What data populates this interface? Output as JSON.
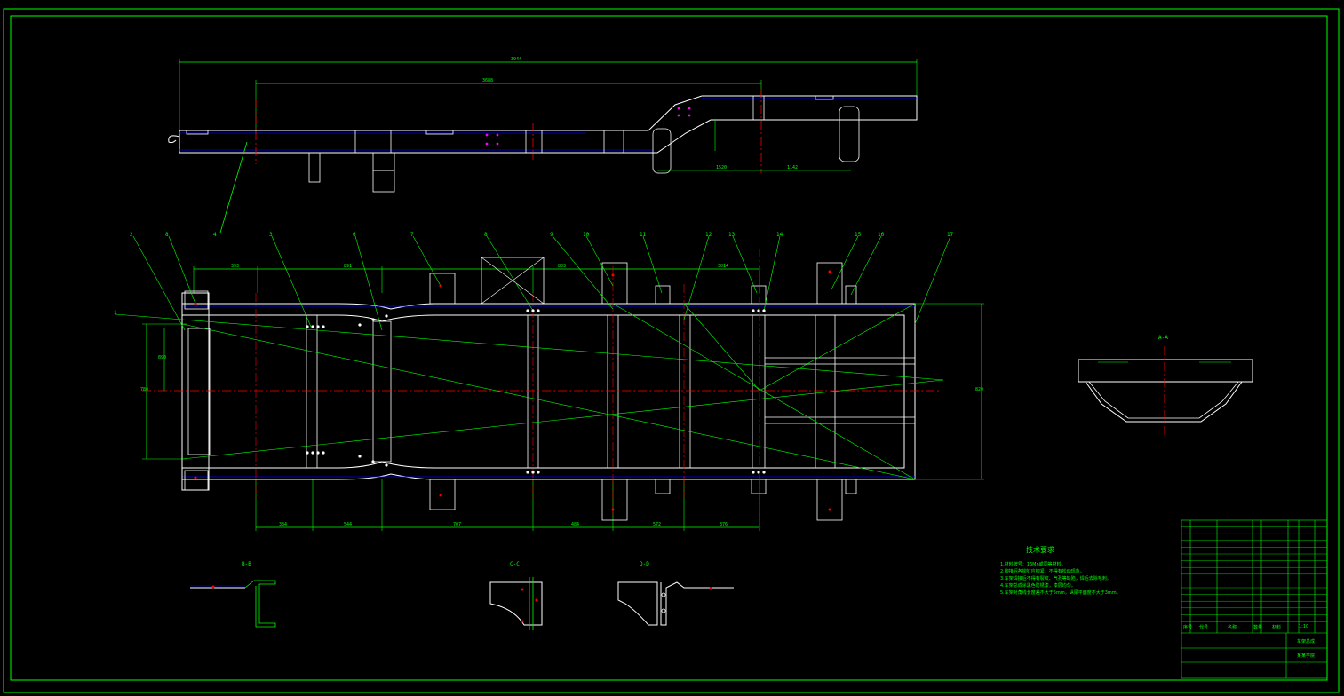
{
  "colors": {
    "background": "#000000",
    "frame": "#00ff00",
    "geometry": "#ffffff",
    "centerline": "#ff0000",
    "hidden": "#0000ff",
    "marker": "#ff00ff"
  },
  "callouts": [
    "2",
    "8",
    "4",
    "3",
    "6",
    "7",
    "8",
    "9",
    "10",
    "11",
    "12",
    "13",
    "14",
    "15",
    "16",
    "17",
    "1"
  ],
  "section_labels": {
    "aa": "A-A",
    "bb": "B-B",
    "cc": "C-C",
    "dd": "D-D"
  },
  "dimensions": {
    "top_overall": "3944",
    "top_inner": "3688",
    "top_short_1": "1520",
    "top_short_2": "1142",
    "plan_top_a": "393",
    "plan_top_b": "891",
    "plan_top_c": "803",
    "plan_top_d": "3014",
    "plan_bottom": [
      "384",
      "544",
      "707",
      "484",
      "572",
      "376"
    ],
    "plan_left_1": "780",
    "plan_left_2": "890",
    "plan_right": "820"
  },
  "tech_requirements": {
    "title": "技术要求",
    "lines": [
      "1.材料牌号：16Mn或同等材料。",
      "2.铆接后各铆钉应铆紧，不得有松动现象。",
      "3.车架焊接后不得有裂纹、气孔等缺陷，焊后去除毛刺。",
      "4.车架总成涂黑色防锈漆，漆层均匀。",
      "5.车架对角线长度差不大于5mm，纵梁平面度不大于3mm。"
    ]
  },
  "title_block": {
    "drawing_name": "车架总成",
    "school": "某某学院",
    "scale": "1:10",
    "headers": [
      "序号",
      "代号",
      "名称",
      "数量",
      "材料"
    ]
  }
}
